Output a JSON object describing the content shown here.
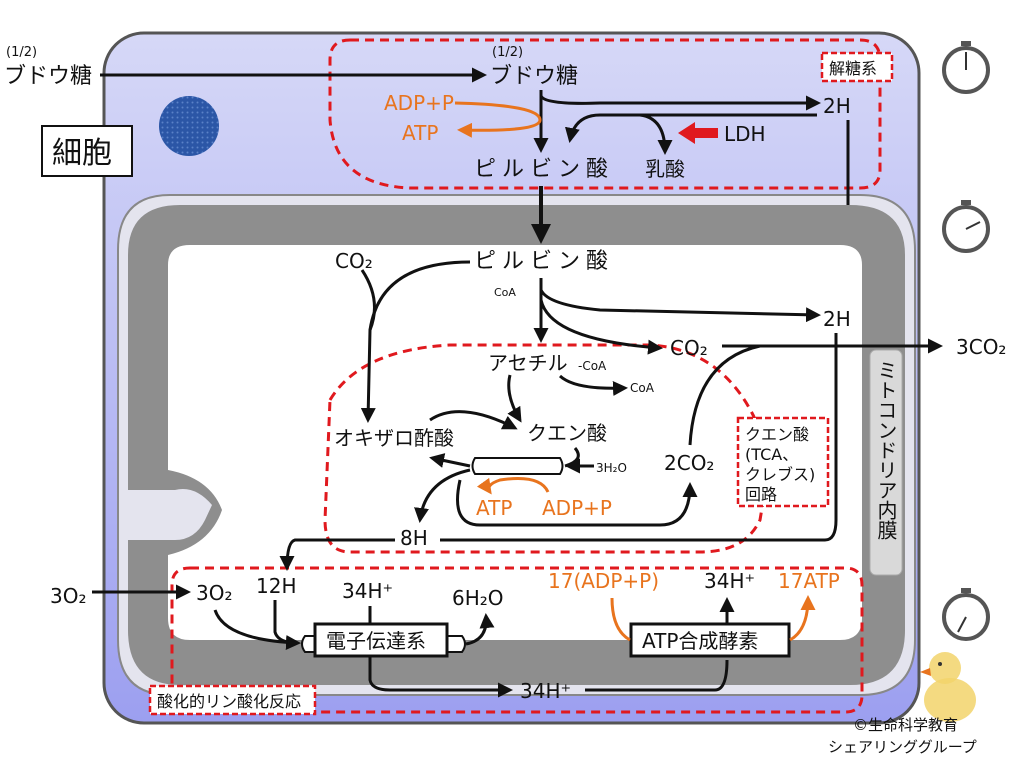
{
  "labels": {
    "glucose_outside_frac": "(1/2)",
    "glucose_outside": "ブドウ糖",
    "glucose_inside_frac": "(1/2)",
    "glucose_inside": "ブドウ糖",
    "glycolysis_box": "解糖系",
    "adp_p_1": "ADP+P",
    "atp_1": "ATP",
    "h2_1": "2H",
    "ldh": "LDH",
    "pyruvate_1": "ピルビン酸",
    "lactate": "乳酸",
    "cell": "細胞",
    "co2_left": "CO₂",
    "pyruvate_2": "ピルビン酸",
    "coa_small": "CoA",
    "h2_2": "2H",
    "co2_mid": "CO₂",
    "co2_out": "3CO₂",
    "acetyl_coa": "アセチル",
    "acetyl_coa_sub": "-CoA",
    "coa_release": "CoA",
    "oxaloacetate": "オキザロ酢酸",
    "citrate": "クエン酸",
    "water_in": "3H₂O",
    "co2_two": "2CO₂",
    "tca_box_1": "クエン酸",
    "tca_box_2": "(TCA、",
    "tca_box_3": "クレブス)",
    "tca_box_4": "回路",
    "atp_2": "ATP",
    "adp_p_2": "ADP+P",
    "h8": "8H",
    "membrane_label": "ミトコンドリア内膜",
    "o2_outside": "3O₂",
    "o2_inside": "3O₂",
    "h12": "12H",
    "h34_a": "34H⁺",
    "h6o": "6H₂O",
    "adp_17": "17(ADP+P)",
    "h34_b": "34H⁺",
    "atp_17": "17ATP",
    "etc": "電子伝達系",
    "atp_synthase": "ATP合成酵素",
    "h34_c": "34H⁺",
    "oxphos_box": "酸化的リン酸化反応",
    "copyright_1": "©生命科学教育",
    "copyright_2": "シェアリンググループ"
  },
  "icons": [
    "stopwatch-icon-1",
    "stopwatch-icon-2",
    "stopwatch-icon-3",
    "nucleus-icon",
    "chick-mascot-icon"
  ],
  "colors": {
    "cell_fill": "#c5c8f4",
    "membrane_gray": "#8c8c8c",
    "matrix_white": "#ffffff",
    "highlight_red": "#e0191e",
    "atp_orange": "#e8741e",
    "nucleus_blue": "#2e5aa8"
  }
}
